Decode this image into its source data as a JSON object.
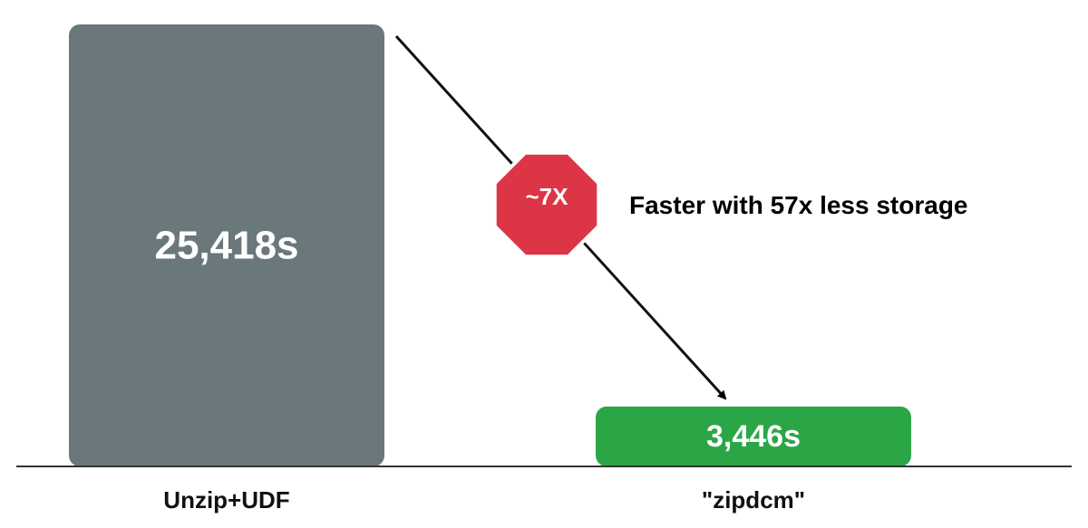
{
  "chart_data": {
    "type": "bar",
    "categories": [
      "Unzip+UDF",
      "\"zipdcm\""
    ],
    "values": [
      25418,
      3446
    ],
    "value_labels": [
      "25,418s",
      "3,446s"
    ],
    "unit": "s",
    "title": "",
    "xlabel": "",
    "ylabel": "",
    "ylim": [
      0,
      25418
    ],
    "grid": false,
    "legend": "none",
    "colors": [
      "#6a787c",
      "#2ba647"
    ],
    "annotations": {
      "badge": "~7X",
      "badge_color": "#dc3545",
      "text": "Faster with 57x less storage"
    }
  }
}
